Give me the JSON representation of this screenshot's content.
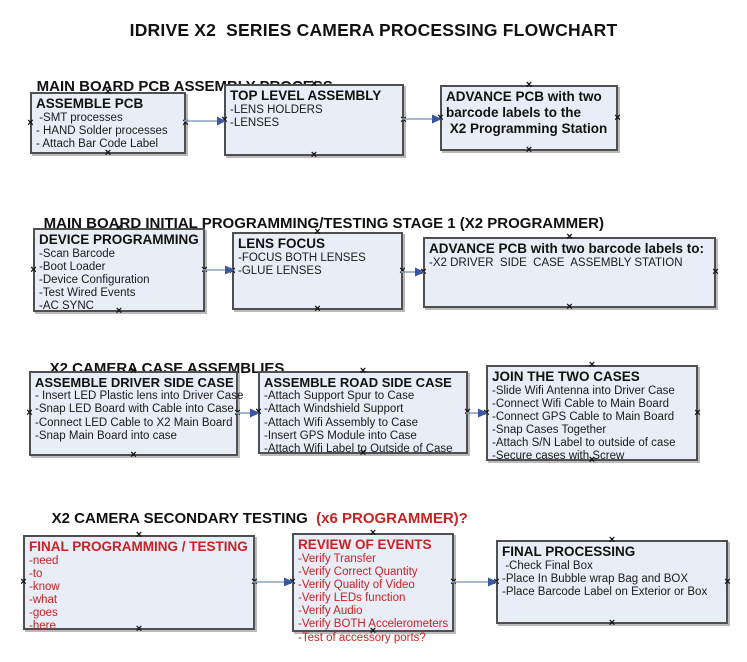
{
  "title": "IDRIVE X2  SERIES CAMERA PROCESSING FLOWCHART",
  "colors": {
    "box_fill": "#e8edf7",
    "box_border": "#4f4f4f",
    "red_text": "#c82323",
    "arrow_line": "#8ba0bf",
    "arrow_head": "#3a57a0"
  },
  "sections": [
    {
      "heading": "MAIN BOARD PCB ASSEMBLY PROCESS",
      "boxes": [
        {
          "title": "ASSEMBLE PCB",
          "items": [
            " -SMT processes",
            "- HAND Solder processes",
            "- Attach Bar Code Label"
          ]
        },
        {
          "title": "TOP LEVEL ASSEMBLY",
          "items": [
            "-LENS HOLDERS",
            "-LENSES"
          ]
        },
        {
          "title_lines": [
            "ADVANCE PCB with two",
            "barcode labels to the",
            " X2 Programming Station"
          ]
        }
      ]
    },
    {
      "heading": "MAIN BOARD INITIAL PROGRAMMING/TESTING STAGE 1 (X2 PROGRAMMER)",
      "boxes": [
        {
          "title": "DEVICE PROGRAMMING",
          "items": [
            "-Scan Barcode",
            "-Boot Loader",
            "-Device Configuration",
            "-Test Wired Events",
            "-AC SYNC"
          ]
        },
        {
          "title": "LENS FOCUS",
          "items": [
            "-FOCUS BOTH LENSES",
            "-GLUE LENSES"
          ]
        },
        {
          "title": "ADVANCE PCB with two barcode labels to:",
          "items": [
            "-X2 DRIVER  SIDE  CASE  ASSEMBLY STATION"
          ]
        }
      ]
    },
    {
      "heading": "X2 CAMERA CASE ASSEMBLIES",
      "boxes": [
        {
          "title": "ASSEMBLE DRIVER SIDE CASE",
          "items": [
            "- Insert LED Plastic lens into Driver Case",
            "-Snap LED Board with Cable into Case",
            "-Connect LED Cable to X2 Main Board",
            "-Snap Main Board into case"
          ]
        },
        {
          "title": "ASSEMBLE ROAD SIDE CASE",
          "items": [
            "-Attach Support Spur to Case",
            "-Attach Windshield Support",
            "-Attach Wifi Assembly to Case",
            "-Insert GPS Module into Case",
            "-Attach Wifi Label to Outside of Case"
          ]
        },
        {
          "title": "JOIN THE TWO CASES",
          "items": [
            "-Slide Wifi Antenna into Driver Case",
            "-Connect Wifi Cable to Main Board",
            "-Connect GPS Cable to Main Board",
            "-Snap Cases Together",
            "-Attach S/N Label to outside of case",
            "-Secure cases with Screw"
          ]
        }
      ]
    },
    {
      "heading": "X2 CAMERA SECONDARY TESTING ",
      "heading_red": " (x6 PROGRAMMER)?",
      "boxes": [
        {
          "title": "FINAL PROGRAMMING / TESTING",
          "items": [
            "-need",
            "-to",
            "-know",
            "-what",
            "-goes",
            "-here"
          ]
        },
        {
          "title": "REVIEW OF EVENTS",
          "items": [
            "-Verify Transfer",
            "-Verify Correct Quantity",
            "-Verify Quality of Video",
            "-Verify LEDs function",
            "-Verify Audio",
            "-Verify BOTH Accelerometers",
            "-Test of accessory ports?"
          ]
        },
        {
          "title": "FINAL PROCESSING",
          "items": [
            " -Check Final Box",
            "-Place In Bubble wrap Bag and BOX",
            "-Place Barcode Label on Exterior or Box"
          ]
        }
      ]
    }
  ]
}
